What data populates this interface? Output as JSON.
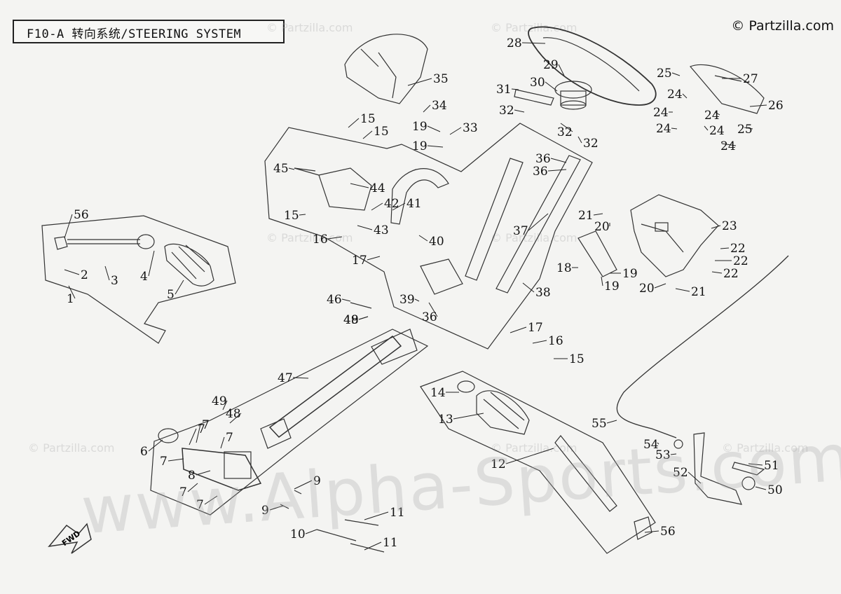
{
  "title": "F10-A 转向系统/STEERING SYSTEM",
  "copyright": "© Partzilla.com",
  "watermark": "www.Alpha-Sports.com",
  "site_watermark": "© Partzilla.com",
  "fwd_label": "FWD",
  "callouts": [
    "1",
    "2",
    "3",
    "4",
    "5",
    "6",
    "7",
    "8",
    "9",
    "10",
    "11",
    "12",
    "13",
    "14",
    "15",
    "16",
    "17",
    "18",
    "19",
    "20",
    "21",
    "22",
    "23",
    "24",
    "25",
    "26",
    "27",
    "28",
    "29",
    "30",
    "31",
    "32",
    "33",
    "34",
    "35",
    "36",
    "37",
    "38",
    "39",
    "40",
    "41",
    "42",
    "43",
    "44",
    "45",
    "46",
    "47",
    "48",
    "49",
    "50",
    "51",
    "52",
    "53",
    "54",
    "55",
    "56"
  ]
}
